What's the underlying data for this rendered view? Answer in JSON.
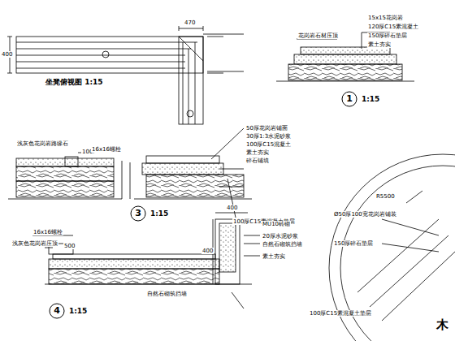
{
  "diagram": {
    "nodes": [
      {
        "text": [
          "1"
        ]
      },
      {
        "text": [
          "3"
        ]
      },
      {
        "text": [
          "4"
        ]
      }
    ],
    "labels": [
      "坐凳俯视图 1:15",
      "1:15",
      "1:15",
      "1:15",
      "400",
      "470",
      "100",
      "500",
      "400",
      "400",
      "R5500",
      "木",
      "花岗岩石材压顶",
      "15x15花岗岩",
      "120厚C15素混凝土",
      "150厚碎石垫层",
      "素土夯实",
      "浅灰色花岗岩路缘石",
      "16x16螺栓",
      "50厚花岗岩铺面",
      "30厚1:3水泥砂浆",
      "100厚C15混凝土",
      "素土夯实",
      "碎石铺填",
      "100厚C15素混凝土垫层",
      "16x16螺栓",
      "浅灰色花岗岩压顶",
      "MU10砖砌",
      "20厚水泥砂浆",
      "自然石砌筑挡墙",
      "素土夯实",
      "自然石砌筑挡墙",
      "Ø50厚100宽花岗岩铺装",
      "150厚碎石垫层",
      "100厚C15素混凝土垫层"
    ]
  }
}
